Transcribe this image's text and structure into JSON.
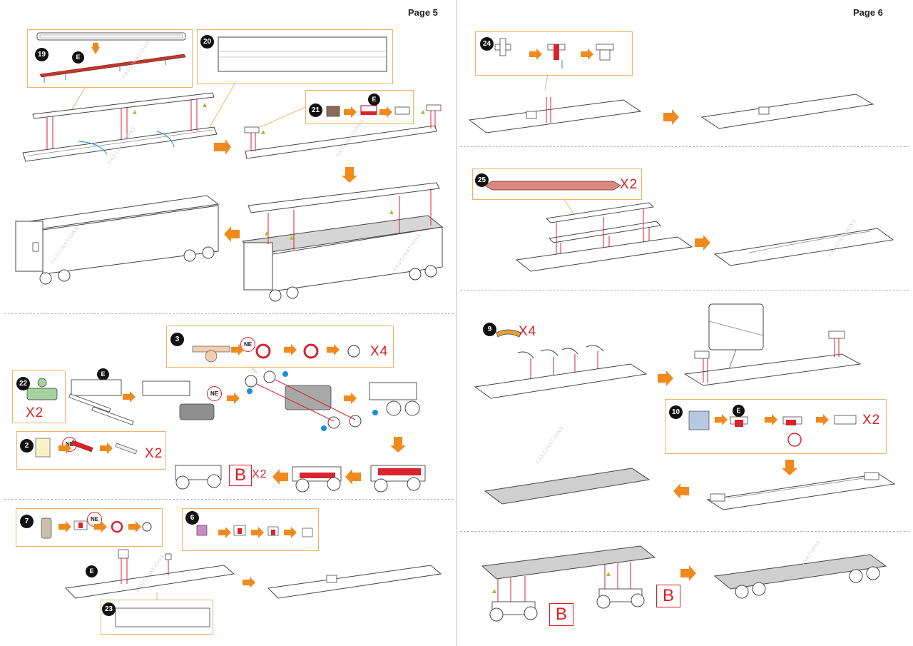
{
  "pages": {
    "left_label": "Page 5",
    "right_label": "Page 6"
  },
  "steps": {
    "s19": "19",
    "s20": "20",
    "s21": "21",
    "s22": "22",
    "s2": "2",
    "s3": "3",
    "s7": "7",
    "s6": "6",
    "s23": "23",
    "s24": "24",
    "s25": "25",
    "s9": "9",
    "s10": "10"
  },
  "multipliers": {
    "s3_times": "X4",
    "s22_times": "X2",
    "s2_times": "X2",
    "sB_times": "X2",
    "s25_times": "X2",
    "s9_times": "X4",
    "s10_times": "X2"
  },
  "markers": {
    "e": "E",
    "ne": "NE",
    "b": "B"
  },
  "watermark": "FASCINATIONS",
  "colors": {
    "arrow": "#f08a1c",
    "box_border": "#f2b266",
    "accent_red": "#e21b23",
    "guide_red": "#d9232d",
    "hint_green": "#9bc53d",
    "hint_blue": "#1b8fd6",
    "part_gray": "#bdbdbd"
  }
}
